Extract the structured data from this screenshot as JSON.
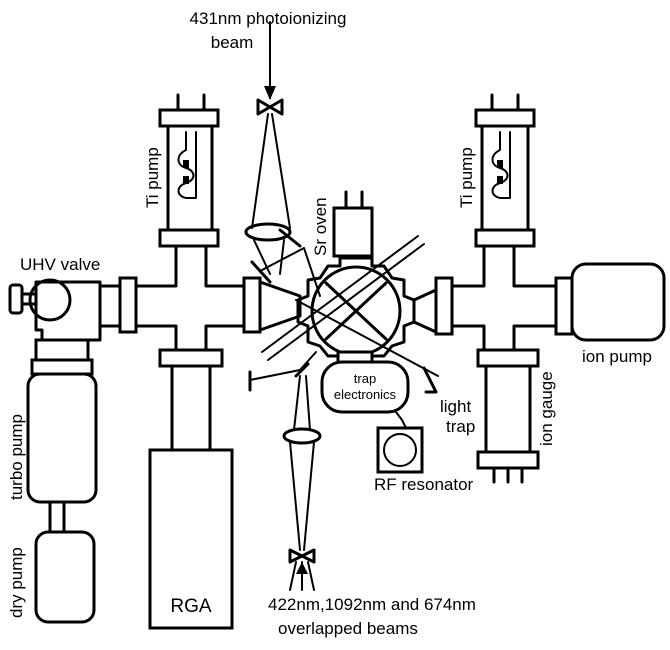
{
  "labels": {
    "photoionizing_line1": "431nm photoionizing",
    "photoionizing_line2": "beam",
    "ti_pump_left": "Ti pump",
    "ti_pump_right": "Ti pump",
    "sr_oven": "Sr oven",
    "uhv_valve": "UHV valve",
    "ion_pump": "ion pump",
    "turbo_pump": "turbo pump",
    "dry_pump": "dry pump",
    "rga": "RGA",
    "trap_electronics_line1": "trap",
    "trap_electronics_line2": "electronics",
    "light_trap_line1": "light",
    "light_trap_line2": "trap",
    "ion_gauge": "ion gauge",
    "rf_resonator": "RF resonator",
    "beams_line1": "422nm,1092nm and 674nm",
    "beams_line2": "overlapped beams"
  }
}
